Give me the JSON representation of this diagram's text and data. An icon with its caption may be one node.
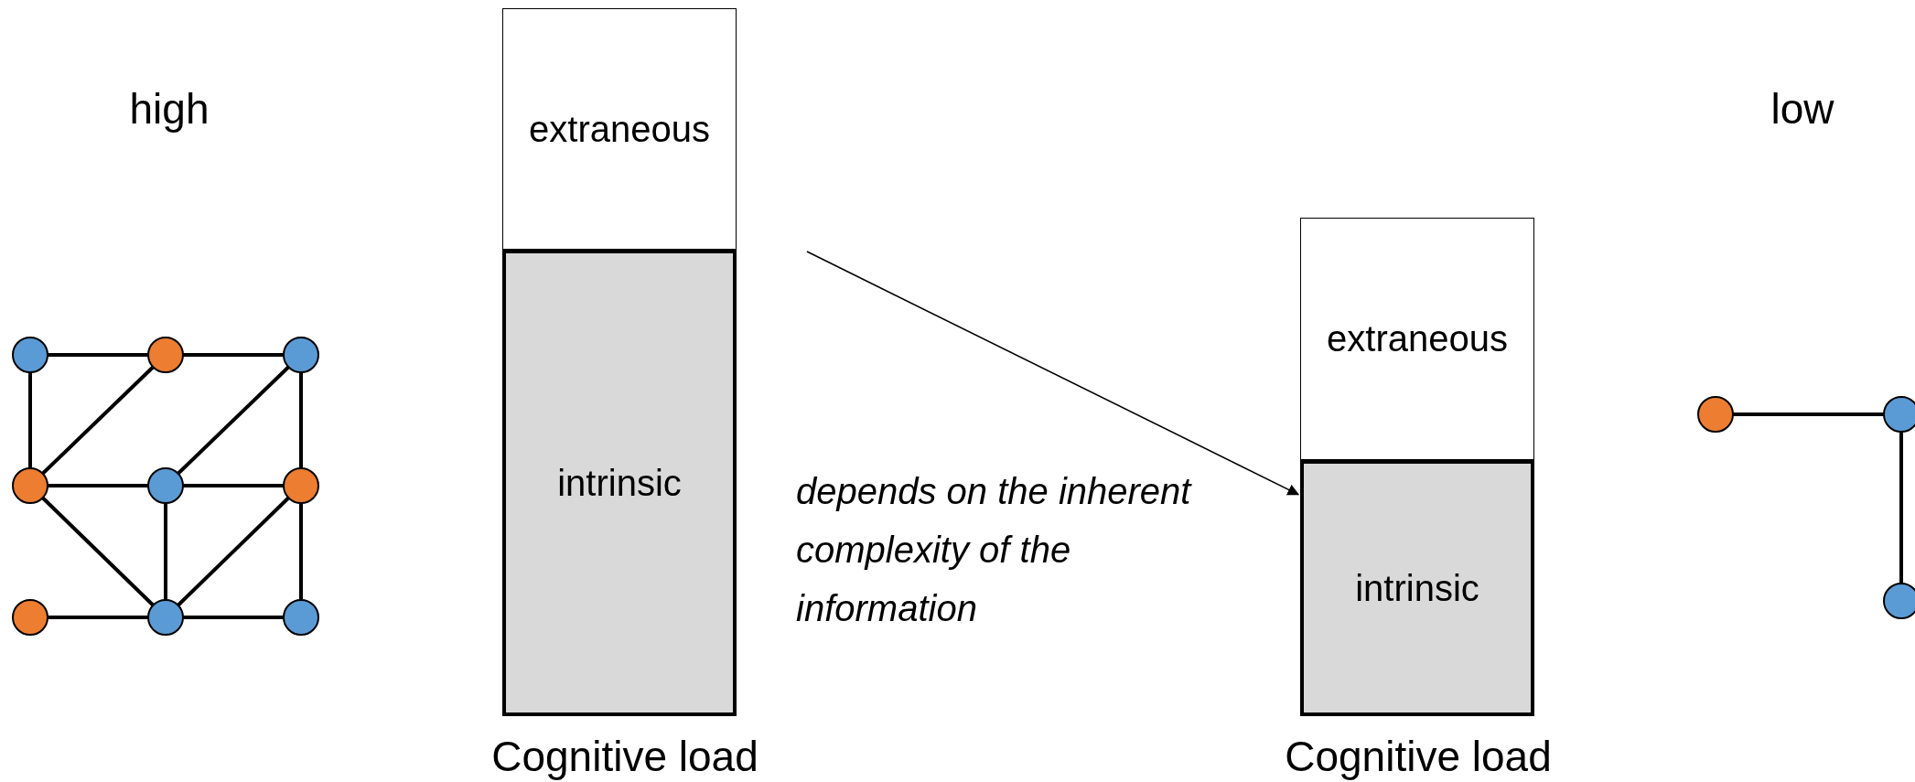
{
  "diagram": {
    "nodes": [
      {
        "text": [
          "extraneous"
        ]
      },
      {
        "text": [
          "intrinsic"
        ]
      },
      {
        "text": [
          "extraneous"
        ]
      },
      {
        "text": [
          "intrinsic"
        ]
      },
      {
        "text": [],
        "shape": "circle"
      },
      {
        "text": [],
        "shape": "circle"
      },
      {
        "text": [],
        "shape": "circle"
      },
      {
        "text": [],
        "shape": "circle"
      },
      {
        "text": [],
        "shape": "circle"
      },
      {
        "text": [],
        "shape": "circle"
      },
      {
        "text": [],
        "shape": "circle"
      },
      {
        "text": [],
        "shape": "circle"
      },
      {
        "text": [],
        "shape": "circle"
      },
      {
        "text": [],
        "shape": "circle"
      },
      {
        "text": [],
        "shape": "circle"
      },
      {
        "text": [],
        "shape": "circle"
      }
    ],
    "edges": [
      {
        "from": 4,
        "to": 5,
        "arrow": "none"
      },
      {
        "from": 5,
        "to": 6,
        "arrow": "none"
      },
      {
        "from": 4,
        "to": 7,
        "arrow": "none"
      },
      {
        "from": 7,
        "to": 5,
        "arrow": "none"
      },
      {
        "from": 6,
        "to": 8,
        "arrow": "none"
      },
      {
        "from": 6,
        "to": 9,
        "arrow": "none"
      },
      {
        "from": 7,
        "to": 8,
        "arrow": "none"
      },
      {
        "from": 8,
        "to": 9,
        "arrow": "none"
      },
      {
        "from": 7,
        "to": 11,
        "arrow": "none"
      },
      {
        "from": 8,
        "to": 11,
        "arrow": "none"
      },
      {
        "from": 9,
        "to": 11,
        "arrow": "none"
      },
      {
        "from": 9,
        "to": 12,
        "arrow": "none"
      },
      {
        "from": 10,
        "to": 11,
        "arrow": "none"
      },
      {
        "from": 11,
        "to": 12,
        "arrow": "none"
      },
      {
        "from": 13,
        "to": 14,
        "arrow": "none"
      },
      {
        "from": 14,
        "to": 15,
        "arrow": "none"
      },
      {
        "from": null,
        "to": 3,
        "arrow": "to"
      }
    ],
    "labels": [
      "high",
      "low",
      "depends on the inherent complexity of the information",
      "Cognitive load",
      "Cognitive load"
    ]
  }
}
